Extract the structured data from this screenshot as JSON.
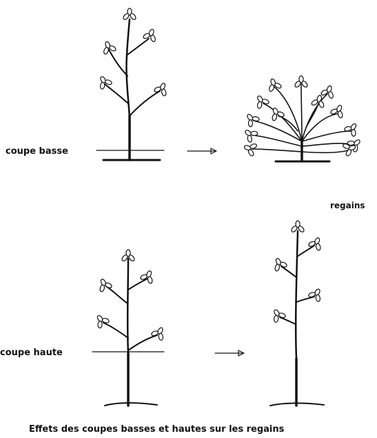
{
  "labels": {
    "low_cut": "coupe  basse",
    "high_cut": "coupe  haute",
    "regrowth": "regains",
    "caption": "Effets  des  coupes  basses  et  hautes  sur  les  regains"
  },
  "colors": {
    "ink": "#111111",
    "background": "#ffffff"
  },
  "icons": {
    "leaf": "trefoil-leaf",
    "arrow": "arrow-right"
  }
}
